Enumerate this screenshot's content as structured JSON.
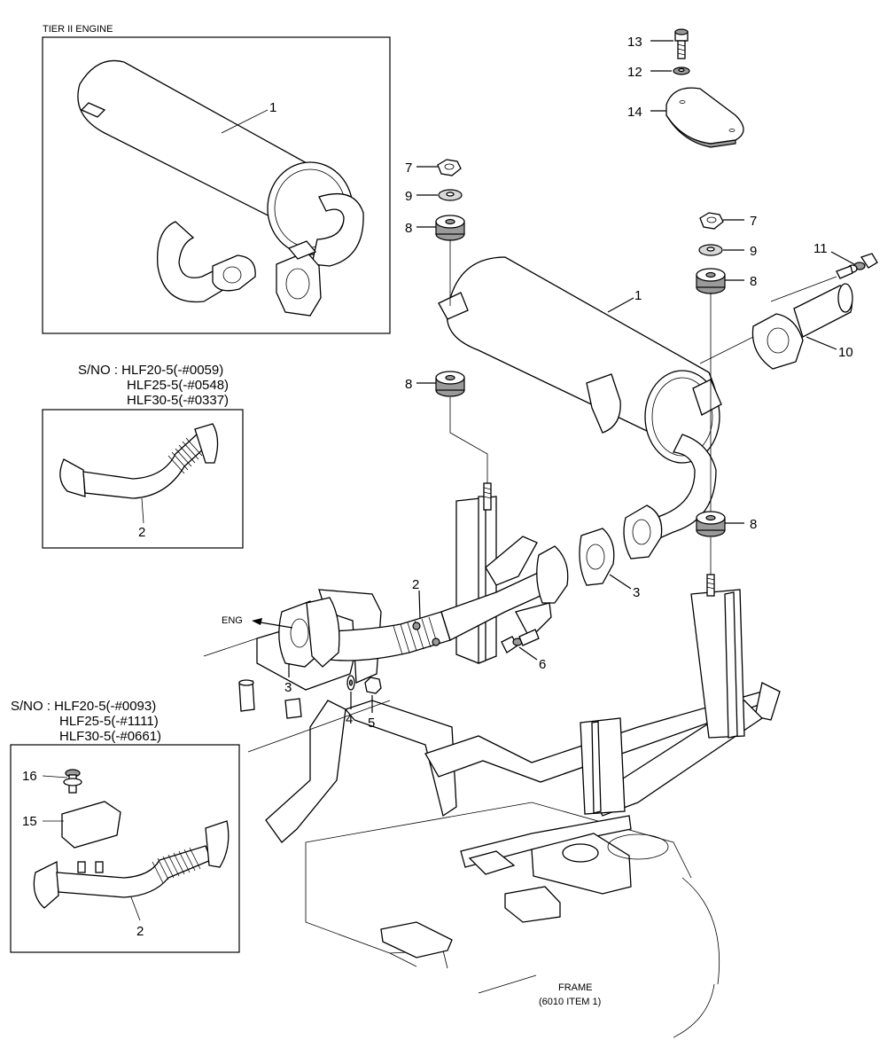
{
  "inset_tier2": {
    "title": "TIER II ENGINE",
    "callout": "1"
  },
  "inset_serial_a": {
    "lines": [
      "S/NO : HLF20-5(-#0059)",
      "HLF25-5(-#0548)",
      "HLF30-5(-#0337)"
    ],
    "callout": "2"
  },
  "inset_serial_b": {
    "lines": [
      "S/NO : HLF20-5(-#0093)",
      "HLF25-5(-#1111)",
      "HLF30-5(-#0661)"
    ],
    "callouts": [
      "16",
      "15",
      "2"
    ]
  },
  "labels": {
    "eng": "ENG",
    "frame_line1": "FRAME",
    "frame_line2": "(6010 ITEM 1)"
  },
  "callouts": {
    "p13": "13",
    "p12": "12",
    "p14": "14",
    "p7a": "7",
    "p9a": "9",
    "p8a": "8",
    "p7b": "7",
    "p9b": "9",
    "p11": "11",
    "p8b": "8",
    "p1": "1",
    "p10": "10",
    "p8c": "8",
    "p8d": "8",
    "p2": "2",
    "p3a": "3",
    "p3b": "3",
    "p6": "6",
    "p4": "4",
    "p5": "5"
  }
}
